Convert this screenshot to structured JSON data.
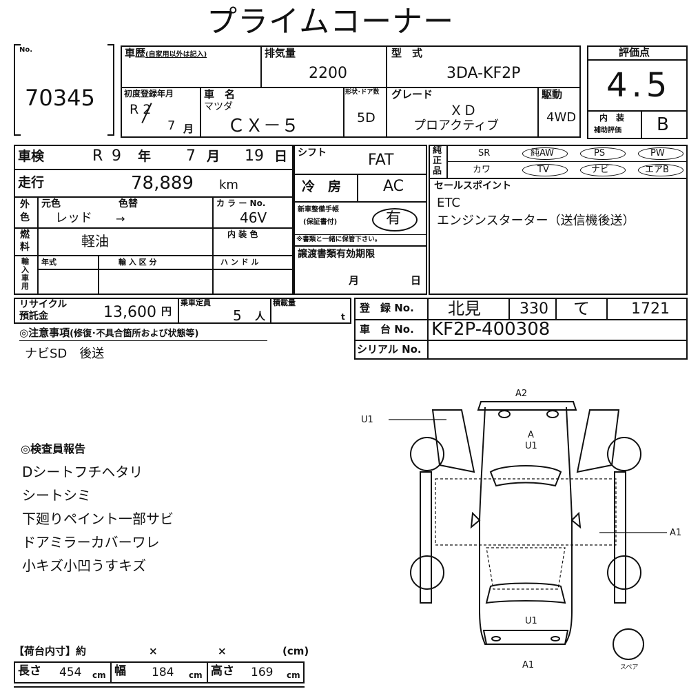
{
  "header": {
    "title": "プライムコーナー"
  },
  "lot": {
    "label": "No.",
    "number": "70345"
  },
  "vehicle": {
    "history_label": "車歴",
    "history_note": "(自家用以外は記入)",
    "displacement_label": "排気量",
    "displacement": "2200",
    "model_label": "型　式",
    "model": "3DA-KF2P",
    "first_reg_label": "初度登録年月",
    "first_reg_era": "R 2",
    "first_reg_month": "7",
    "month_unit": "月",
    "name_label": "車　名",
    "maker": "マツダ",
    "name": "ＣＸ－５",
    "doors_label": "形状･ドア数",
    "doors": "5D",
    "grade_label": "グレード",
    "grade_line1": "ＸＤ",
    "grade_line2": "プロアクティブ",
    "drive_label": "駆動",
    "drive": "4WD"
  },
  "score": {
    "label": "評価点",
    "value": "4.5",
    "interior_label_1": "内　装",
    "interior_label_2": "補助評価",
    "interior": "B"
  },
  "inspection": {
    "label": "車検",
    "era": "R",
    "year": "9",
    "year_unit": "年",
    "month": "7",
    "month_unit": "月",
    "day": "19",
    "day_unit": "日"
  },
  "mileage": {
    "label": "走行",
    "value": "78,889",
    "unit": "km"
  },
  "exterior": {
    "label1": "外",
    "label2": "色",
    "orig_label": "元色",
    "repaint_label": "色替",
    "orig": "レッド",
    "arrow": "→",
    "color_no_label": "カ ラ ー No.",
    "color_no": "46V"
  },
  "fuel": {
    "label1": "燃",
    "label2": "料",
    "value": "軽油",
    "interior_color_label": "内 装 色"
  },
  "import": {
    "label": "輸入車用",
    "year_label": "年式",
    "class_label": "輸 入 区 分",
    "handle_label": "ハ ン ド ル"
  },
  "shift": {
    "label": "シフト",
    "value": "FAT"
  },
  "ac": {
    "label": "冷　房",
    "value": "AC"
  },
  "warranty": {
    "label1": "新車整備手帳",
    "label2": "(保証書付)",
    "value": "有",
    "note": "※書類と一緒に保管下さい。"
  },
  "transfer": {
    "label": "譲渡書類有効期限",
    "month": "月",
    "day": "日"
  },
  "equipment": {
    "label1": "純",
    "label2": "正",
    "label3": "品",
    "row1": [
      "SR",
      "純AW",
      "PS",
      "PW"
    ],
    "row2": [
      "カワ",
      "TV",
      "ナビ",
      "エアB"
    ]
  },
  "sales_points": {
    "label": "セールスポイント",
    "lines": [
      "ETC",
      "エンジンスターター（送信機後送）"
    ]
  },
  "recycle": {
    "label1": "リサイクル",
    "label2": "預託金",
    "value": "13,600",
    "unit": "円",
    "capacity_label": "乗車定員",
    "capacity": "5",
    "capacity_unit": "人",
    "load_label": "積載量",
    "load_unit": "t"
  },
  "registration": {
    "label": "登　録 No.",
    "region": "北見",
    "class": "330",
    "kana": "て",
    "number": "1721",
    "chassis_label": "車　台 No.",
    "chassis": "KF2P-400308",
    "serial_label": "シリアル No."
  },
  "notes": {
    "label": "◎注意事項",
    "label_sub": "(修復･不具合箇所および状態等)",
    "text": "ナビSD　後送"
  },
  "report": {
    "label": "◎検査員報告",
    "lines": [
      "Dシートフチヘタリ",
      "シートシミ",
      "下廻りペイント一部サビ",
      "ドアミラーカバーワレ",
      "小キズ小凹うすキズ"
    ]
  },
  "cargo": {
    "label": "【荷台内寸】約",
    "times": "×",
    "unit_paren": "(cm)",
    "length_label": "長さ",
    "length": "454",
    "width_label": "幅",
    "width": "184",
    "height_label": "高さ",
    "height": "169",
    "unit": "cm"
  },
  "diagram": {
    "marks": [
      "A2",
      "U1",
      "A",
      "U1",
      "A1",
      "U1",
      "A1"
    ],
    "spare_label": "スペア"
  }
}
